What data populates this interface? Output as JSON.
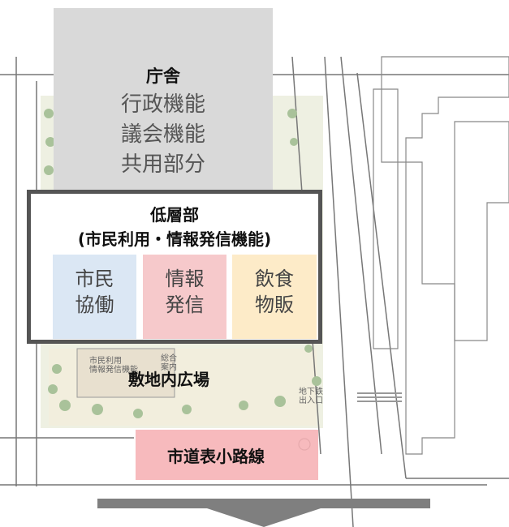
{
  "tower": {
    "title": "庁舎",
    "lines": [
      "行政機能",
      "議会機能",
      "共用部分"
    ]
  },
  "low_rise": {
    "title": "低層部",
    "subtitle": "(市民利用・情報発信機能)",
    "cells": [
      {
        "line1": "市民",
        "line2": "協働"
      },
      {
        "line1": "情報",
        "line2": "発信"
      },
      {
        "line1": "飲食",
        "line2": "物販"
      }
    ]
  },
  "map_labels": {
    "plaza": "敷地内広場",
    "road": "市道表小路線",
    "civic_small_1": "市民利用",
    "civic_small_2": "情報発信機能",
    "general_1": "総合",
    "general_2": "案内",
    "subway_1": "地下鉄",
    "subway_2": "出入口"
  },
  "colors": {
    "tower_fill": "#d9d9d9",
    "frame_border": "#555555",
    "civic_cell": "#dbe7f4",
    "info_cell": "#f6c9cb",
    "food_cell": "#fdebc8",
    "road_fill": "#f6b2b6",
    "arrow": "#7f7f7f"
  }
}
